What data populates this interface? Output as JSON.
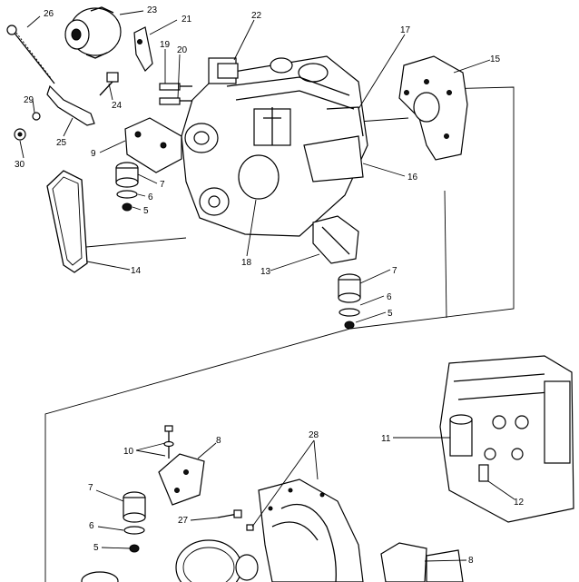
{
  "labels": {
    "n26": "26",
    "n23": "23",
    "n21": "21",
    "n22": "22",
    "n17": "17",
    "n15": "15",
    "n19": "19",
    "n20": "20",
    "n29": "29",
    "n24": "24",
    "n25": "25",
    "n30": "30",
    "n9": "9",
    "n7a": "7",
    "n6a": "6",
    "n5a": "5",
    "n16": "16",
    "n18": "18",
    "n13": "13",
    "n14": "14",
    "n7b": "7",
    "n6b": "6",
    "n5b": "5",
    "n11": "11",
    "n12": "12",
    "n10": "10",
    "n8a": "8",
    "n28": "28",
    "n7c": "7",
    "n27": "27",
    "n6c": "6",
    "n5c": "5",
    "n8b": "8"
  }
}
